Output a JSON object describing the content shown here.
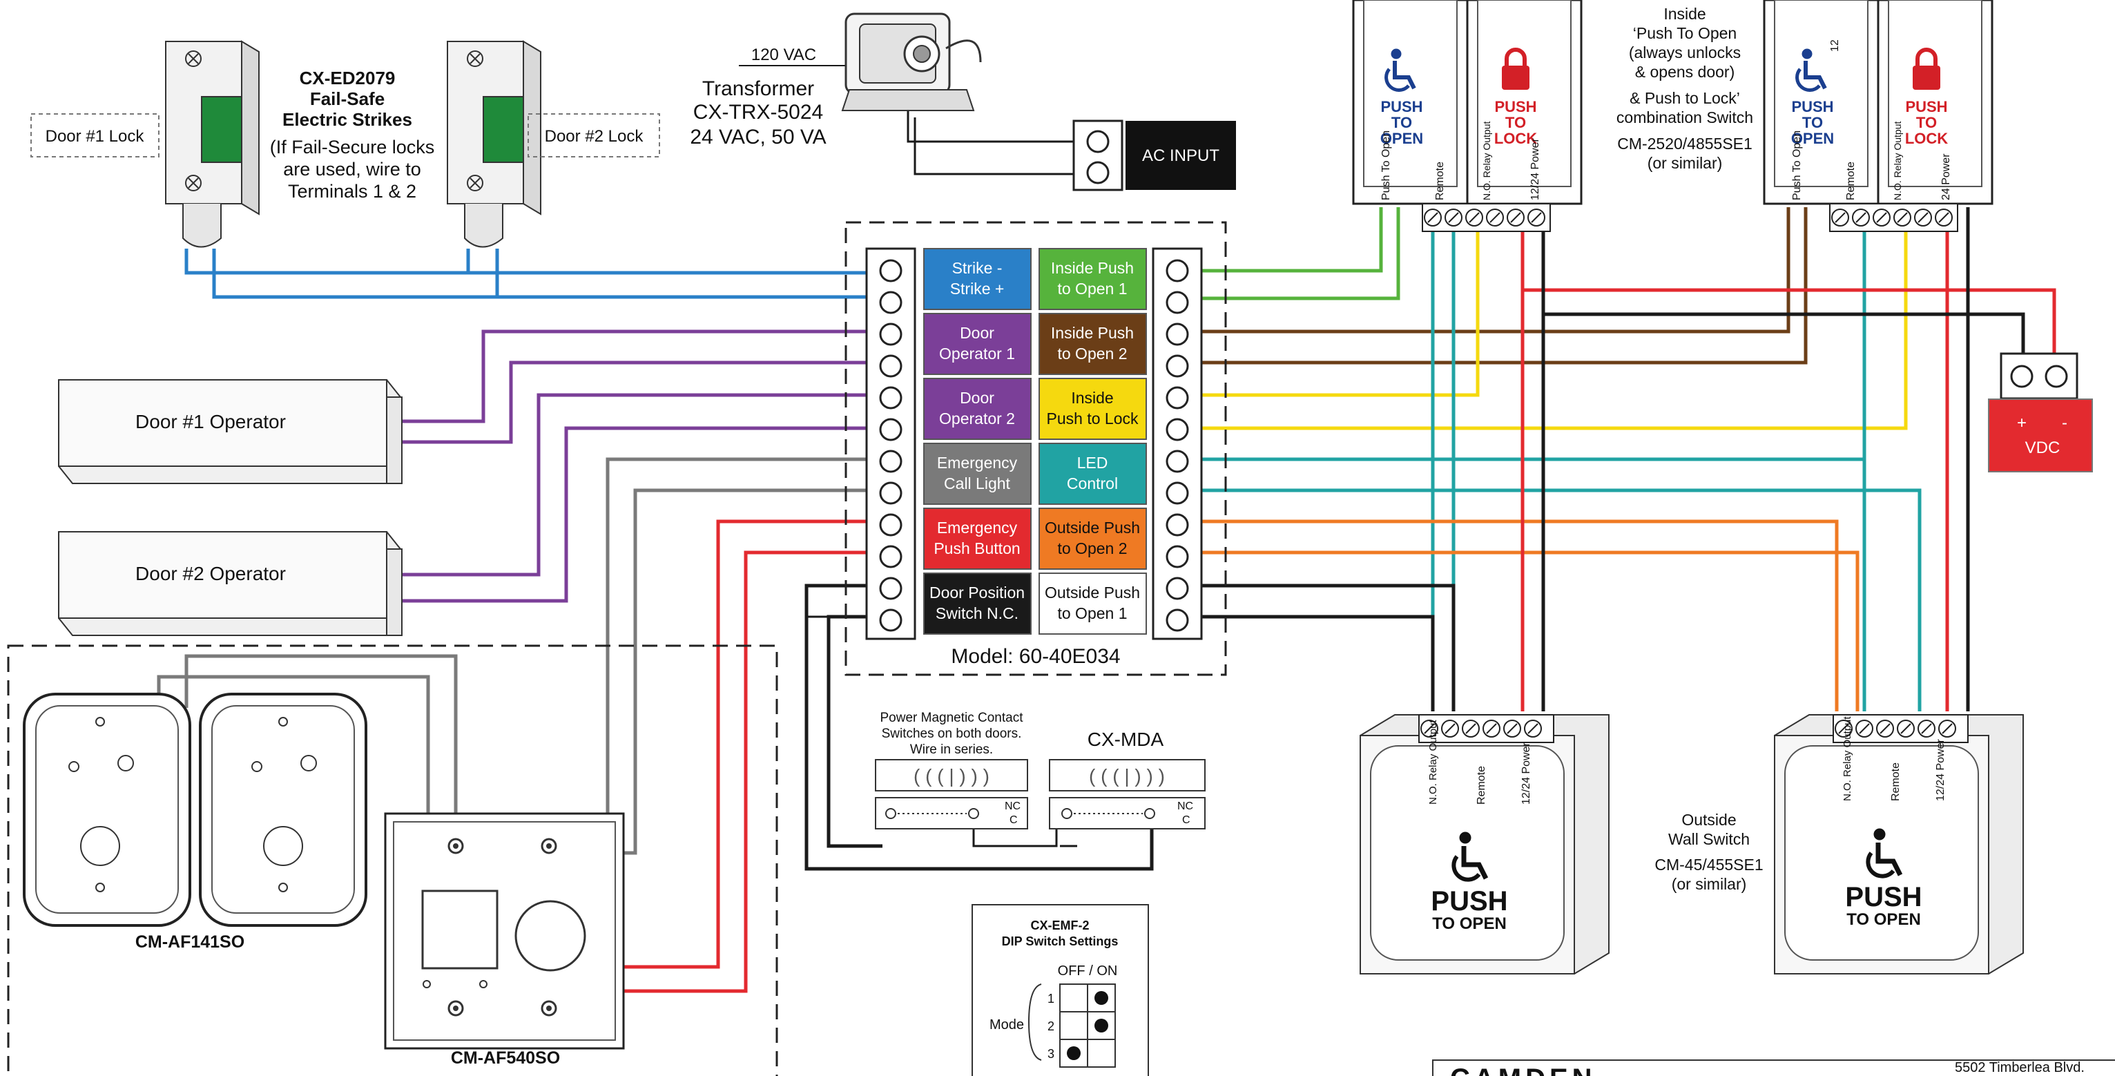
{
  "locks": {
    "door1_label": "Door #1 Lock",
    "door2_label": "Door #2 Lock",
    "title_line1": "CX-ED2079",
    "title_line2": "Fail-Safe",
    "title_line3": "Electric Strikes",
    "note_line1": "(If Fail-Secure locks",
    "note_line2": "are used, wire to",
    "note_line3": "Terminals 1 & 2"
  },
  "transformer": {
    "input_label": "120 VAC",
    "line1": "Transformer",
    "line2": "CX-TRX-5024",
    "line3": "24 VAC, 50 VA",
    "ac_input_label": "AC INPUT"
  },
  "operators": {
    "door1": "Door #1 Operator",
    "door2": "Door #2 Operator"
  },
  "controller": {
    "model_label": "Model: 60-40E034",
    "left_blocks": [
      {
        "line1": "Strike  -",
        "line2": "Strike  +",
        "color": "#2a80c8",
        "text_color": "#ffffff"
      },
      {
        "line1": "Door",
        "line2": "Operator 1",
        "color": "#7b3f98",
        "text_color": "#ffffff"
      },
      {
        "line1": "Door",
        "line2": "Operator 2",
        "color": "#7b3f98",
        "text_color": "#ffffff"
      },
      {
        "line1": "Emergency",
        "line2": "Call Light",
        "color": "#7a7a7a",
        "text_color": "#ffffff"
      },
      {
        "line1": "Emergency",
        "line2": "Push Button",
        "color": "#e32a2f",
        "text_color": "#ffffff"
      },
      {
        "line1": "Door Position",
        "line2": "Switch N.C.",
        "color": "#1a1a1a",
        "text_color": "#ffffff"
      }
    ],
    "right_blocks": [
      {
        "line1": "Inside Push",
        "line2": "to Open 1",
        "color": "#56b33c",
        "text_color": "#ffffff"
      },
      {
        "line1": "Inside Push",
        "line2": "to Open 2",
        "color": "#6b3e17",
        "text_color": "#ffffff"
      },
      {
        "line1": "Inside",
        "line2": "Push to Lock",
        "color": "#f5d90f",
        "text_color": "#111111"
      },
      {
        "line1": "LED",
        "line2": "Control",
        "color": "#21a3a3",
        "text_color": "#ffffff"
      },
      {
        "line1": "Outside Push",
        "line2": "to Open 2",
        "color": "#ef7a23",
        "text_color": "#111111"
      },
      {
        "line1": "Outside Push",
        "line2": "to Open 1",
        "color": "#ffffff",
        "text_color": "#111111"
      }
    ]
  },
  "inside_switch": {
    "open_line1": "PUSH",
    "open_line2": "TO",
    "open_line3": "OPEN",
    "lock_line1": "PUSH",
    "lock_line2": "TO",
    "lock_line3": "LOCK",
    "term_push_to_open": "Push To Open",
    "term_remote": "Remote",
    "term_relay": "N.O. Relay Output",
    "term_power_a": "12/24 Power",
    "term_power_b": "24 Power",
    "small_label": "12",
    "desc_line1": "Inside",
    "desc_line2": "‘Push To Open",
    "desc_line3": "(always unlocks",
    "desc_line4": "& opens door)",
    "desc_line5": "& Push to Lock’",
    "desc_line6": "combination Switch",
    "desc_line7": "CM-2520/4855SE1",
    "desc_line8": "(or similar)"
  },
  "vdc": {
    "plus": "+",
    "minus": "-",
    "label": "VDC"
  },
  "mag_contacts": {
    "note_line1": "Power Magnetic Contact",
    "note_line2": "Switches on both doors.",
    "note_line3": "Wire in series.",
    "model": "CX-MDA",
    "nc": "NC",
    "c": "C"
  },
  "outside_switch": {
    "term_relay": "N.O. Relay Output",
    "term_remote": "Remote",
    "term_power": "12/24 Power",
    "push": "PUSH",
    "to_open": "TO OPEN",
    "desc_line1": "Outside",
    "desc_line2": "Wall Switch",
    "desc_line3": "CM-45/455SE1",
    "desc_line4": "(or similar)"
  },
  "call_station": {
    "label_af141": "CM-AF141SO",
    "label_af540": "CM-AF540SO"
  },
  "dip": {
    "title_line1": "CX-EMF-2",
    "title_line2": "DIP Switch Settings",
    "header": "OFF / ON",
    "mode_label": "Mode",
    "rows": [
      {
        "num": "1",
        "state": "ON"
      },
      {
        "num": "2",
        "state": "ON"
      },
      {
        "num": "3",
        "state": "OFF"
      }
    ]
  },
  "footer": {
    "address": "5502 Timberlea Blvd.",
    "brand_partial": "CAMDEN"
  }
}
